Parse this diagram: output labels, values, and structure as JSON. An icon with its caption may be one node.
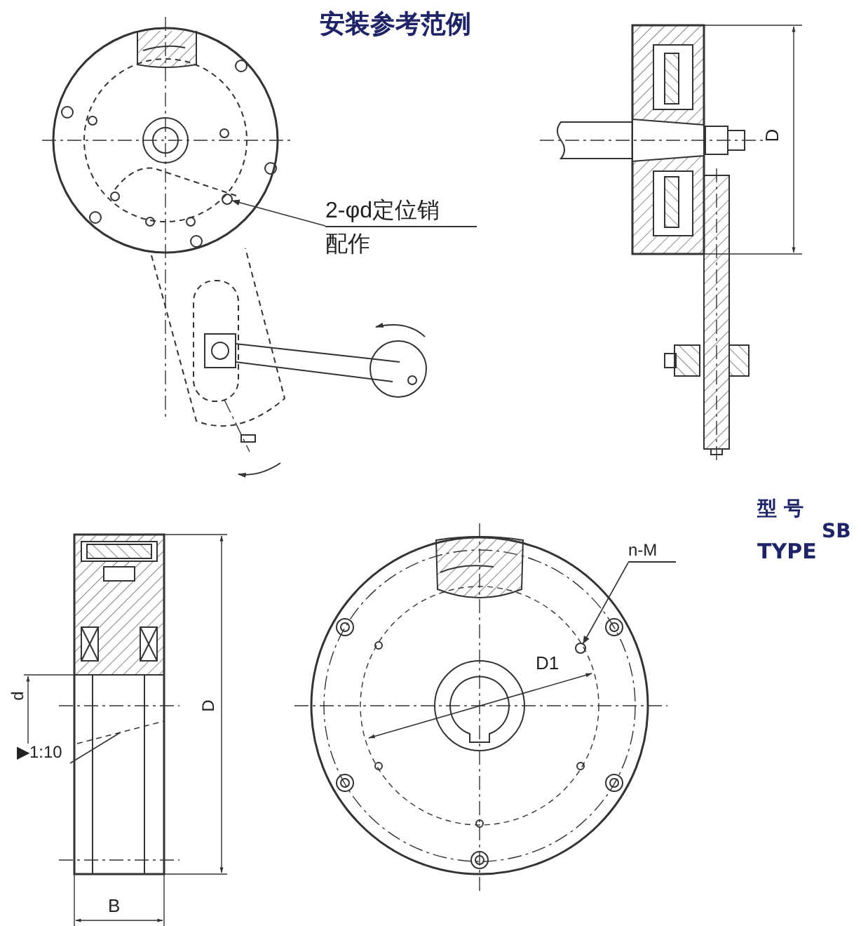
{
  "diagram": {
    "title": "安装参考范例",
    "nodes": [
      {
        "text": [
          "2-φd定位销",
          "配作"
        ]
      },
      {
        "text": [],
        "shape": "circle"
      },
      {
        "text": [
          "n-M"
        ]
      },
      {
        "text": [],
        "shape": "circle"
      },
      {
        "text": [
          "▶1:10"
        ]
      }
    ],
    "edges": [
      {
        "from": 0,
        "to": 1,
        "arrow": "to"
      },
      {
        "from": 2,
        "to": 3,
        "arrow": "to"
      },
      {
        "from": 4,
        "to": null,
        "arrow": "none"
      }
    ],
    "labels": [
      "D",
      "型 号",
      "SB",
      "TYPE",
      "d",
      "D",
      "D1",
      "B"
    ]
  }
}
